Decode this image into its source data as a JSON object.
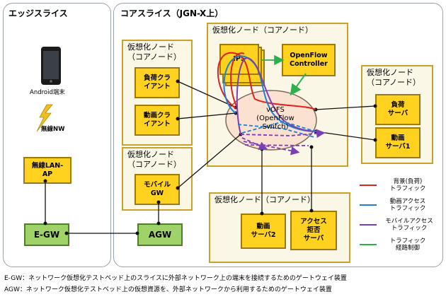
{
  "edge_slice": {
    "title": "エッジスライス"
  },
  "core_slice": {
    "title": "コアスライス（JGN-X上）"
  },
  "vnodes": {
    "left_top_title": "仮想化ノード\n（コアノード）",
    "left_bottom_title": "仮想化ノード\n（コアノード）",
    "center_title": "仮想化ノード（コアノード）",
    "right_title": "仮想化ノード\n（コアノード）",
    "bottom_title": "仮想化ノード（コアノード）"
  },
  "boxes": {
    "load_client": "負荷クラ\nイアント",
    "video_client": "動画クラ\nイアント",
    "mobile_gw": "モバイル\nGW",
    "ips": "IPS",
    "openflow_controller": "OpenFlow\nController",
    "vofs": "vOFS\n(OpenFlow\nSwitch)",
    "load_server": "負荷\nサーバ",
    "video_server1": "動画\nサーバ1",
    "video_server2": "動画\nサーバ2",
    "access_deny_server": "アクセス\n拒否\nサーバ",
    "wireless_lan_ap": "無線LAN-\nAP",
    "egw": "E-GW",
    "agw": "AGW"
  },
  "edge": {
    "android_label": "Android端末",
    "wireless_label": "無線NW"
  },
  "legend": {
    "items": [
      {
        "label": "背景(負荷)\nトラフィック",
        "color": "#e02020"
      },
      {
        "label": "動画アクセス\nトラフィック",
        "color": "#1e7fd0"
      },
      {
        "label": "モバイルアクセス\nトラフィック",
        "color": "#7b3fb5"
      },
      {
        "label": "トラフィック\n経路制御",
        "color": "#2bb24c"
      }
    ]
  },
  "captions": {
    "egw": "E-GW：ネットワーク仮想化テストベッド上のスライスに外部ネットワーク上の端末を接続するためのゲートウェイ装置",
    "agw": "AGW：ネットワーク仮想化テストベッド上の仮想資源を、外部ネットワークから利用するためのゲートウェイ装置"
  }
}
